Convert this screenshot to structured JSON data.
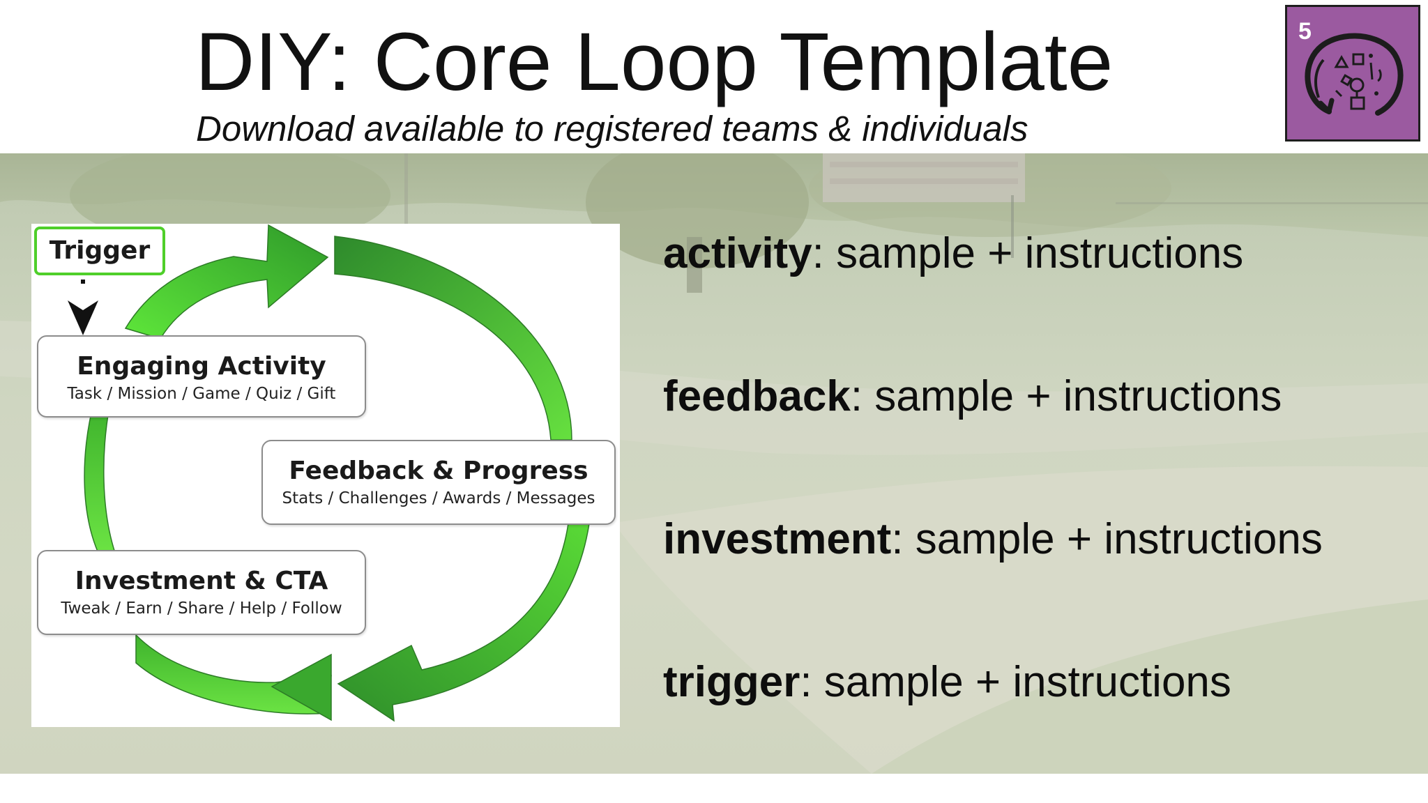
{
  "slide": {
    "title": "DIY: Core Loop Template",
    "subtitle": "Download available to registered teams & individuals",
    "badge": {
      "number": "5",
      "icon": "core-loop-sketch-icon",
      "background_color": "#9b5aa0"
    }
  },
  "diagram": {
    "trigger_label": "Trigger",
    "boxes": [
      {
        "title": "Engaging Activity",
        "subtitle": "Task / Mission / Game / Quiz  / Gift"
      },
      {
        "title": "Feedback & Progress",
        "subtitle": "Stats / Challenges / Awards / Messages"
      },
      {
        "title": "Investment & CTA",
        "subtitle": "Tweak / Earn / Share / Help / Follow"
      }
    ],
    "arrow_color": "#4cb82c"
  },
  "loop_items": [
    {
      "term": "activity",
      "text": ": sample + instructions"
    },
    {
      "term": "feedback",
      "text": ": sample + instructions"
    },
    {
      "term": "investment",
      "text": ": sample + instructions"
    },
    {
      "term": "trigger",
      "text": ": sample + instructions"
    }
  ]
}
